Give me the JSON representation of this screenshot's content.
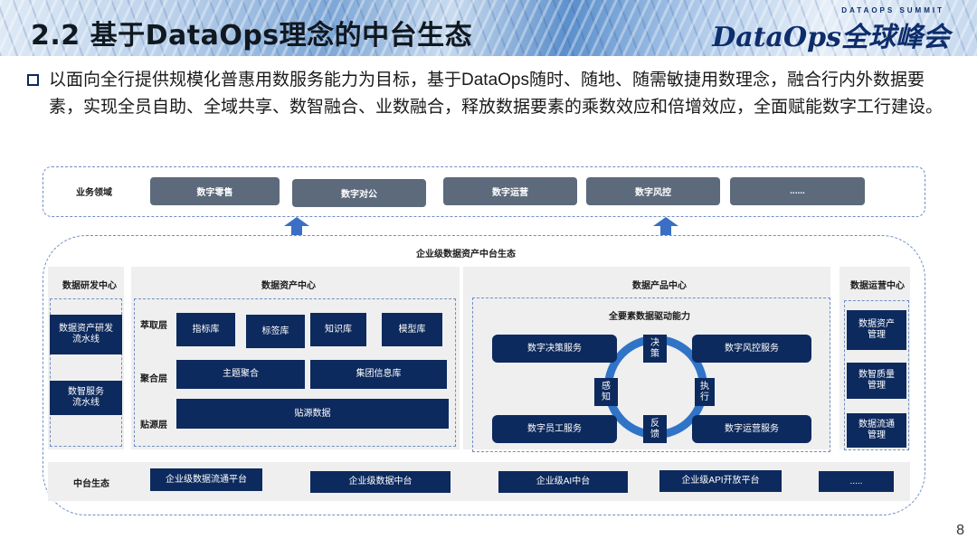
{
  "header": {
    "title": "2.2 基于DataOps理念的中台生态",
    "logo_small": "DATAOPS SUMMIT",
    "logo_main": "DataOps全球峰会"
  },
  "intro": "以面向全行提供规模化普惠用数服务能力为目标，基于DataOps随时、随地、随需敏捷用数理念，融合行内外数据要素，实现全员自助、全域共享、数智融合、业数融合，释放数据要素的乘数效应和倍增效应，全面赋能数字工行建设。",
  "business": {
    "label": "业务领域",
    "items": [
      "数字零售",
      "数字对公",
      "数字运营",
      "数字风控",
      "......"
    ]
  },
  "ecosystem_title": "企业级数据资产中台生态",
  "rd_center": {
    "title": "数据研发中心",
    "items": [
      "数据资产研发\n流水线",
      "数智服务\n流水线"
    ]
  },
  "asset_center": {
    "title": "数据资产中心",
    "layers": {
      "extract": "萃取层",
      "aggregate": "聚合层",
      "source": "贴源层"
    },
    "extract_items": [
      "指标库",
      "标签库",
      "知识库",
      "模型库"
    ],
    "aggregate_items": [
      "主题聚合",
      "集团信息库"
    ],
    "source_items": [
      "贴源数据"
    ]
  },
  "product_center": {
    "title": "数据产品中心",
    "subtitle": "全要素数据驱动能力",
    "services": [
      "数字决策服务",
      "数字风控服务",
      "数字员工服务",
      "数字运营服务"
    ],
    "cycle": [
      "决\n策",
      "执\n行",
      "反\n馈",
      "感\n知"
    ]
  },
  "ops_center": {
    "title": "数据运营中心",
    "items": [
      "数据资产\n管理",
      "数智质量\n管理",
      "数据流通\n管理"
    ]
  },
  "middle_eco": {
    "label": "中台生态",
    "items": [
      "企业级数据流通平台",
      "企业级数据中台",
      "企业级AI中台",
      "企业级API开放平台",
      "....."
    ]
  },
  "page_number": "8",
  "colors": {
    "dark_blue": "#0d2a5e",
    "grey_button": "#5c6a7c",
    "accent_blue": "#2f74c7",
    "arrow_blue": "#3a6fc4",
    "dashed_border": "#6f8fc4"
  }
}
